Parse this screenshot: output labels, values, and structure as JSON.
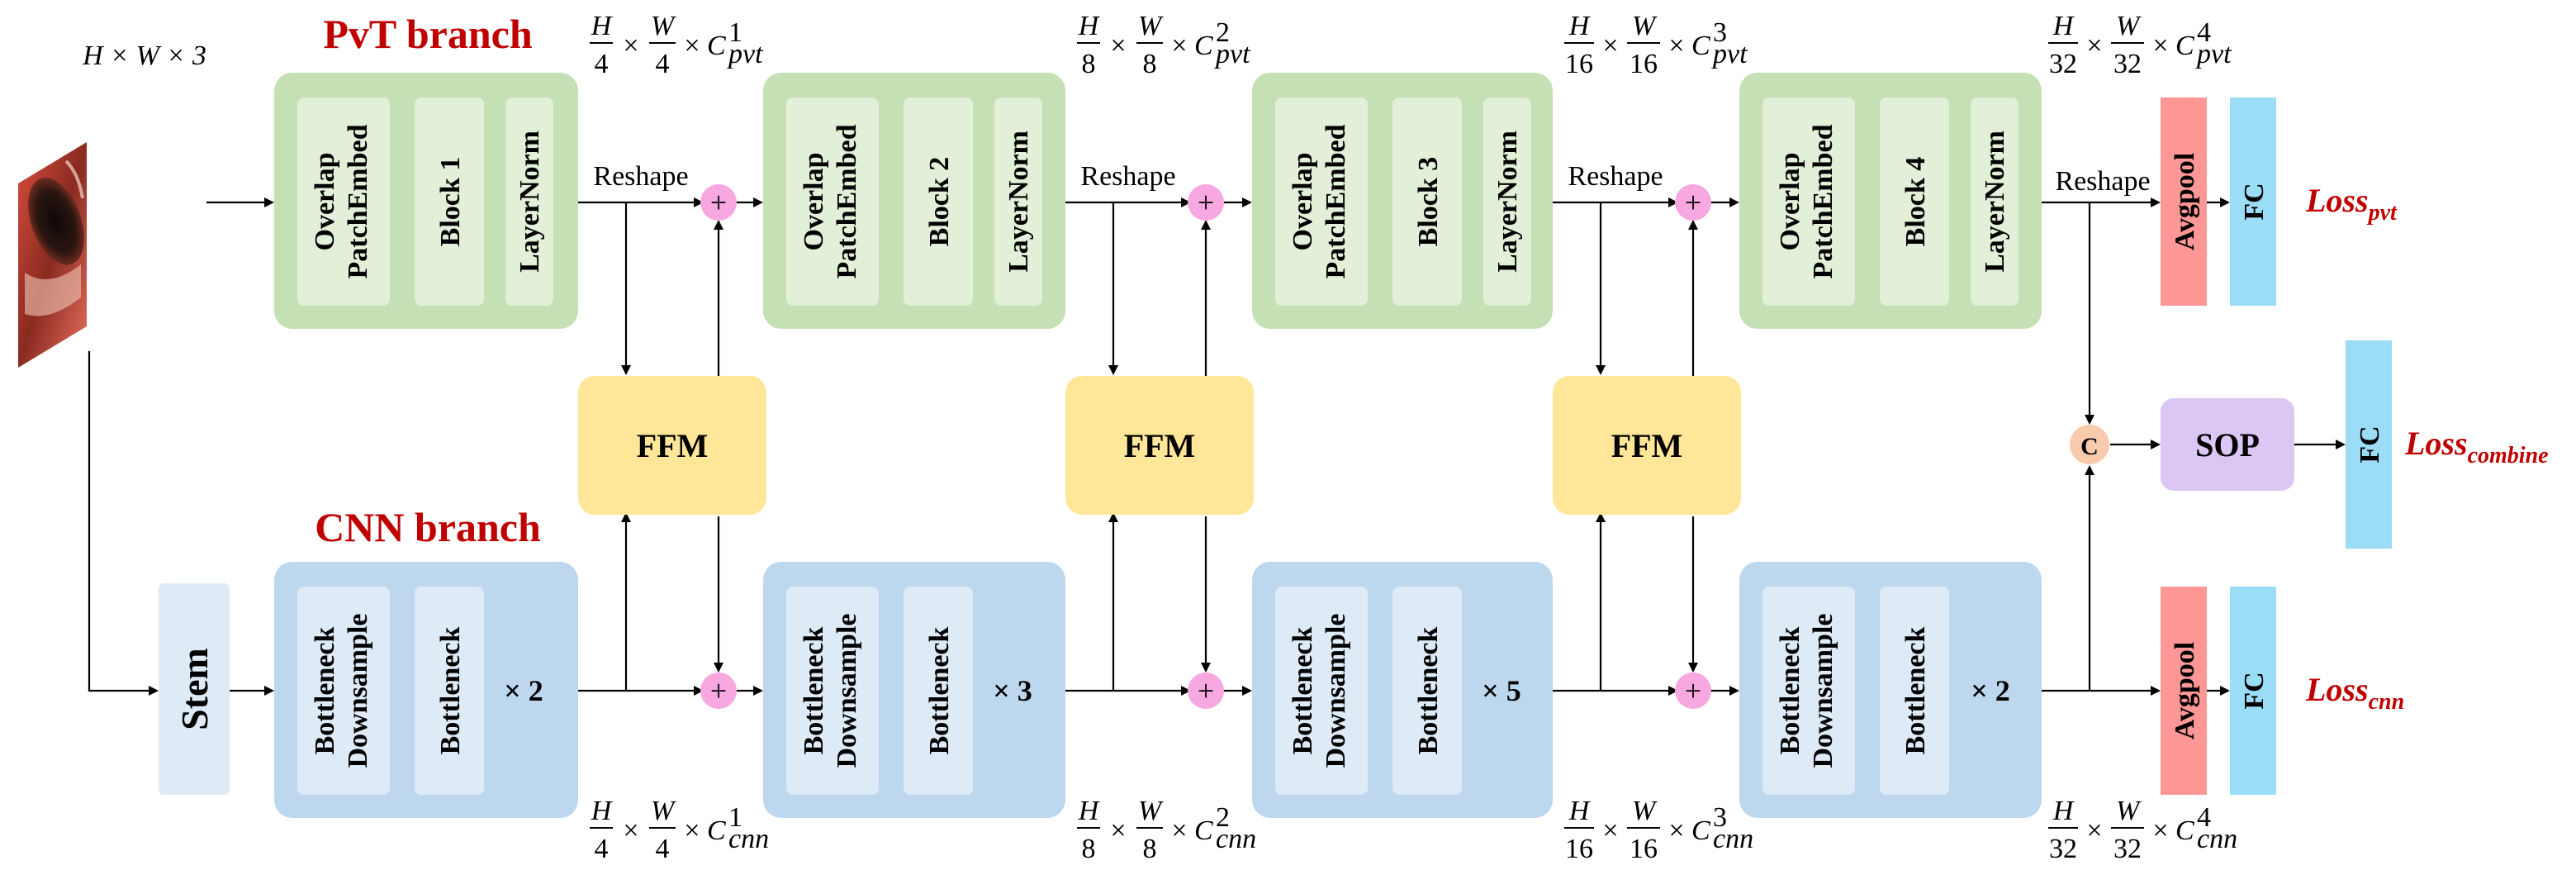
{
  "input": {
    "dims": "H × W × 3"
  },
  "branches": {
    "pvt": "PvT branch",
    "cnn": "CNN branch"
  },
  "pvt_stages": [
    {
      "l1": "Overlap",
      "l2": "PatchEmbed",
      "block": "Block 1",
      "norm": "LayerNorm"
    },
    {
      "l1": "Overlap",
      "l2": "PatchEmbed",
      "block": "Block 2",
      "norm": "LayerNorm"
    },
    {
      "l1": "Overlap",
      "l2": "PatchEmbed",
      "block": "Block 3",
      "norm": "LayerNorm"
    },
    {
      "l1": "Overlap",
      "l2": "PatchEmbed",
      "block": "Block 4",
      "norm": "LayerNorm"
    }
  ],
  "cnn_stages": [
    {
      "l1": "Bottleneck",
      "l2": "Downsample",
      "block": "Bottleneck",
      "repeat": "× 2"
    },
    {
      "l1": "Bottleneck",
      "l2": "Downsample",
      "block": "Bottleneck",
      "repeat": "× 3"
    },
    {
      "l1": "Bottleneck",
      "l2": "Downsample",
      "block": "Bottleneck",
      "repeat": "× 5"
    },
    {
      "l1": "Bottleneck",
      "l2": "Downsample",
      "block": "Bottleneck",
      "repeat": "× 2"
    }
  ],
  "pvt_dims": [
    {
      "hn": "H",
      "hd": "4",
      "wn": "W",
      "wd": "4",
      "c": "C",
      "sup": "1",
      "sub": "pvt"
    },
    {
      "hn": "H",
      "hd": "8",
      "wn": "W",
      "wd": "8",
      "c": "C",
      "sup": "2",
      "sub": "pvt"
    },
    {
      "hn": "H",
      "hd": "16",
      "wn": "W",
      "wd": "16",
      "c": "C",
      "sup": "3",
      "sub": "pvt"
    },
    {
      "hn": "H",
      "hd": "32",
      "wn": "W",
      "wd": "32",
      "c": "C",
      "sup": "4",
      "sub": "pvt"
    }
  ],
  "cnn_dims": [
    {
      "hn": "H",
      "hd": "4",
      "wn": "W",
      "wd": "4",
      "c": "C",
      "sup": "1",
      "sub": "cnn"
    },
    {
      "hn": "H",
      "hd": "8",
      "wn": "W",
      "wd": "8",
      "c": "C",
      "sup": "2",
      "sub": "cnn"
    },
    {
      "hn": "H",
      "hd": "16",
      "wn": "W",
      "wd": "16",
      "c": "C",
      "sup": "3",
      "sub": "cnn"
    },
    {
      "hn": "H",
      "hd": "32",
      "wn": "W",
      "wd": "32",
      "c": "C",
      "sup": "4",
      "sub": "cnn"
    }
  ],
  "reshape": "Reshape",
  "ffm": "FFM",
  "stem": "Stem",
  "plus": "+",
  "concat": "C",
  "sop": "SOP",
  "avgpool": "Avgpool",
  "fc": "FC",
  "losses": {
    "pvt_main": "Loss",
    "pvt_sub": "pvt",
    "cnn_main": "Loss",
    "cnn_sub": "cnn",
    "combine_main": "Loss",
    "combine_sub": "combine"
  },
  "colors": {
    "branch_title": "#c00000",
    "loss_text": "#c00000",
    "pvt_stage": "#c5e0b4",
    "cnn_stage": "#bdd7ee",
    "ffm": "#ffe699",
    "plus": "#f7a8e0"
  }
}
